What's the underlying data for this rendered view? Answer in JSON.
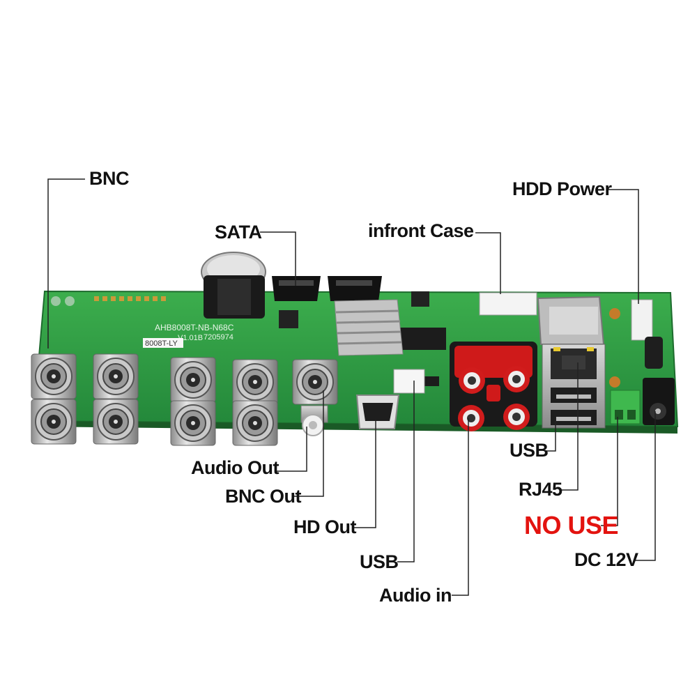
{
  "callouts": {
    "bnc": "BNC",
    "sata": "SATA",
    "infront_case": "infront Case",
    "hdd_power": "HDD Power",
    "audio_out": "Audio Out",
    "bnc_out": "BNC Out",
    "hd_out": "HD Out",
    "usb_front": "USB",
    "audio_in": "Audio in",
    "usb_rear": "USB",
    "rj45": "RJ45",
    "no_use": "NO USE",
    "dc_12v": "DC 12V"
  },
  "board_silkscreen": {
    "model": "AHB8008T-NB-N68C",
    "version": "V1.01B",
    "serial": "7205974",
    "sticker": "8008T-LY"
  },
  "colors": {
    "pcb_green": "#2fa043",
    "callout_red": "#e3130f",
    "line": "#222222"
  }
}
